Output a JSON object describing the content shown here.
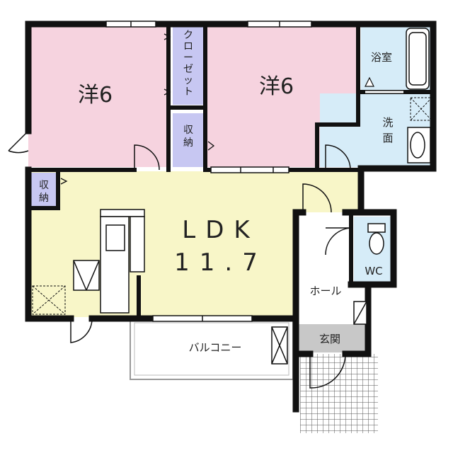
{
  "plan": {
    "rooms": {
      "western_room_left": "洋6",
      "western_room_right": "洋6",
      "closet": [
        "ク",
        "ロ",
        "ー",
        "ゼ",
        "ッ",
        "ト"
      ],
      "storage_center": [
        "収",
        "納"
      ],
      "storage_ldk": [
        "収",
        "納"
      ],
      "bathroom": "浴室",
      "washroom": [
        "洗",
        "面"
      ],
      "ldk_name": "LDK",
      "ldk_size": "11.7",
      "toilet": "WC",
      "hall": "ホール",
      "entrance": "玄関",
      "balcony": "バルコニー"
    },
    "colors": {
      "western_room": "#f6d3df",
      "ldk": "#f8f6c8",
      "storage": "#c7c7f2",
      "wet_area": "#d6ecf8",
      "entrance": "#c8c8c8",
      "hall": "#ffffff",
      "wall": "#111111"
    }
  }
}
